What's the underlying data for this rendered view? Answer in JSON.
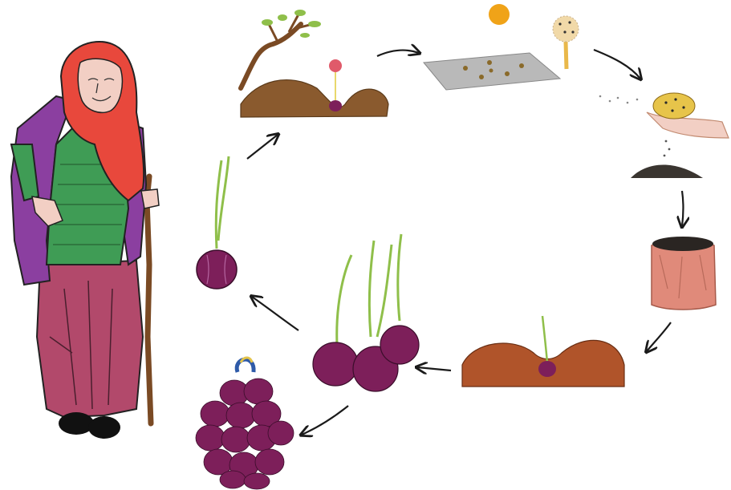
{
  "figure": {
    "kind": "onion life cycle illustration",
    "colors": {
      "headscarf": "#e8483c",
      "vest": "#8b3fa0",
      "shirt": "#3f9c55",
      "skirt": "#b2496b",
      "skin": "#f2cfc4",
      "onion": "#7d1f5a",
      "soil": "#8a5a2e",
      "soil_red": "#b0542a",
      "stem": "#8fbf4a",
      "sack": "#e08a7a",
      "tray": "#b9b9b9",
      "sun": "#f0a318",
      "arrow": "#1a1a1a"
    },
    "stages": [
      {
        "id": "sprouting-onion-bulb",
        "icon": "onion-bulb-sprout-icon"
      },
      {
        "id": "flowering-plant-in-soil",
        "icon": "flowering-onion-icon"
      },
      {
        "id": "seeds-drying-on-tray",
        "icon": "seed-tray-icon"
      },
      {
        "id": "seed-head-in-sun",
        "icon": "seed-head-icon"
      },
      {
        "id": "seeds-in-hand",
        "icon": "hand-with-seeds-icon"
      },
      {
        "id": "seeds-sown-in-soil",
        "icon": "soil-pile-icon"
      },
      {
        "id": "soil-filled-sack",
        "icon": "sack-icon"
      },
      {
        "id": "seedling-in-soil-mound",
        "icon": "seedling-icon"
      },
      {
        "id": "three-harvested-onions",
        "icon": "onion-group-icon"
      },
      {
        "id": "braided-onion-bunch",
        "icon": "onion-braid-icon"
      }
    ]
  }
}
